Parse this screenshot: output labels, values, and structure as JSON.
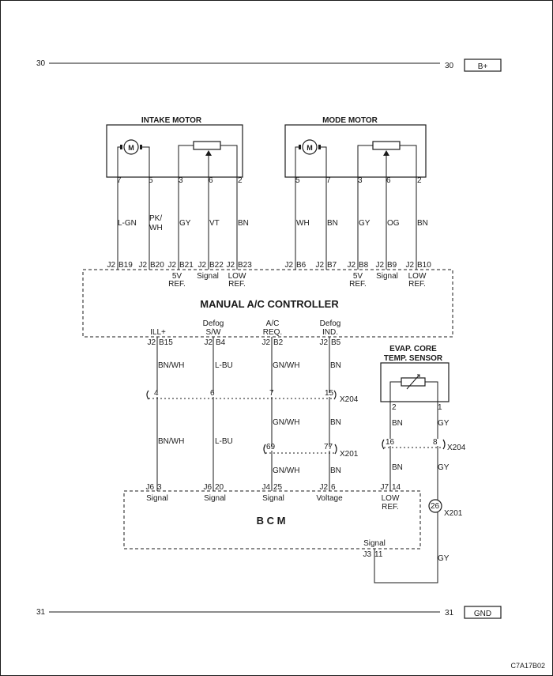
{
  "power_bus": {
    "left_num": "30",
    "right_num": "30",
    "label": "B+"
  },
  "ground_bus": {
    "left_num": "31",
    "right_num": "31",
    "label": "GND"
  },
  "intake_motor": {
    "title": "INTAKE MOTOR",
    "motor_symbol": "M",
    "pins": [
      "7",
      "5",
      "3",
      "6",
      "2"
    ],
    "wires": [
      "L-GN",
      "PK/",
      "WH",
      "GY",
      "VT",
      "BN"
    ],
    "conn": [
      "J2",
      "B19",
      "J2",
      "B20",
      "J2",
      "B21",
      "J2",
      "B22",
      "J2",
      "B23"
    ]
  },
  "mode_motor": {
    "title": "MODE MOTOR",
    "motor_symbol": "M",
    "pins": [
      "5",
      "7",
      "3",
      "6",
      "2"
    ],
    "wires": [
      "WH",
      "BN",
      "GY",
      "OG",
      "BN"
    ],
    "conn": [
      "J2",
      "B6",
      "J2",
      "B7",
      "J2",
      "B8",
      "J2",
      "B9",
      "J2",
      "B10"
    ]
  },
  "controller": {
    "title": "MANUAL A/C CONTROLLER",
    "top_labels": [
      "5V",
      "REF.",
      "Signal",
      "LOW",
      "REF.",
      "5V",
      "REF.",
      "Signal",
      "LOW",
      "REF."
    ],
    "bottom_labels": [
      "ILL+",
      "Defog",
      "S/W",
      "A/C",
      "REQ.",
      "Defog",
      "IND."
    ],
    "bottom_conn": [
      "J2",
      "B15",
      "J2",
      "B4",
      "J2",
      "B2",
      "J2",
      "B5"
    ]
  },
  "mid_wires": [
    "BN/WH",
    "L-BU",
    "GN/WH",
    "BN"
  ],
  "x204": {
    "label": "X204",
    "pins": [
      "4",
      "6",
      "7",
      "15"
    ]
  },
  "lower_wires": [
    "BN/WH",
    "L-BU",
    "GN/WH",
    "BN"
  ],
  "x201": {
    "label": "X201",
    "pins": [
      "69",
      "77"
    ]
  },
  "bottom_wires": [
    "GN/WH",
    "BN"
  ],
  "sensor": {
    "title_line1": "EVAP. CORE",
    "title_line2": "TEMP. SENSOR",
    "pins": [
      "2",
      "1"
    ],
    "wires": [
      "BN",
      "GY"
    ],
    "x204_pins": [
      "16",
      "8"
    ],
    "x204_label": "X204",
    "wires2": [
      "BN",
      "GY"
    ],
    "x201_pin": "26",
    "x201_label": "X201",
    "wire3": "GY"
  },
  "bcm": {
    "title": "B C M",
    "conn": [
      "J6",
      "3",
      "J6",
      "20",
      "J4",
      "25",
      "J2",
      "6",
      "J7",
      "14"
    ],
    "labels": [
      "Signal",
      "Signal",
      "Signal",
      "Voltage",
      "LOW",
      "REF."
    ],
    "bottom_label": "Signal",
    "bottom_conn": [
      "J3",
      "11"
    ]
  },
  "figure_code": "C7A17B02"
}
